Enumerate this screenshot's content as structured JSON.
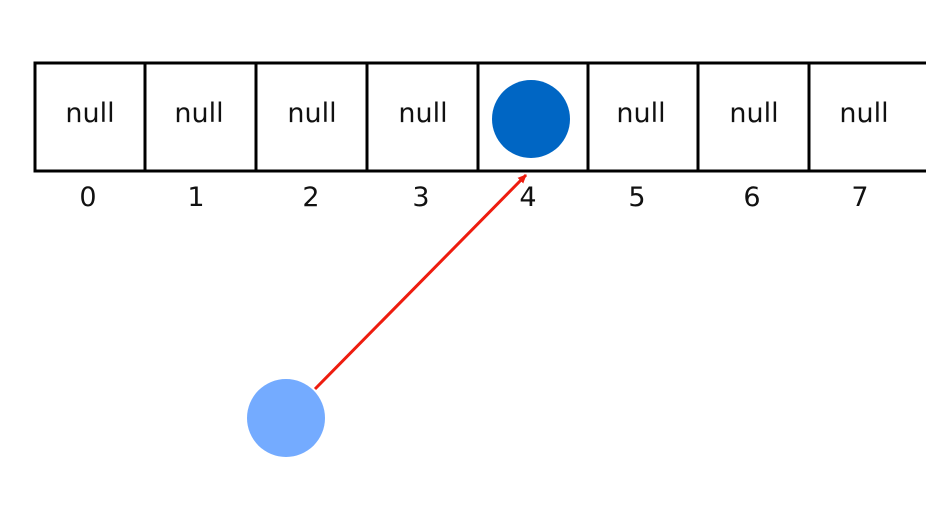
{
  "array": {
    "cells": [
      {
        "index": "0",
        "value": "null",
        "filled": false
      },
      {
        "index": "1",
        "value": "null",
        "filled": false
      },
      {
        "index": "2",
        "value": "null",
        "filled": false
      },
      {
        "index": "3",
        "value": "null",
        "filled": false
      },
      {
        "index": "4",
        "value": "",
        "filled": true
      },
      {
        "index": "5",
        "value": "null",
        "filled": false
      },
      {
        "index": "6",
        "value": "null",
        "filled": false
      },
      {
        "index": "7",
        "value": "null",
        "filled": false
      }
    ]
  },
  "colors": {
    "border": "#000000",
    "stored_node": "#0066c4",
    "incoming_node": "#74abff",
    "arrow": "#ee1c0f",
    "text": "#111111"
  }
}
